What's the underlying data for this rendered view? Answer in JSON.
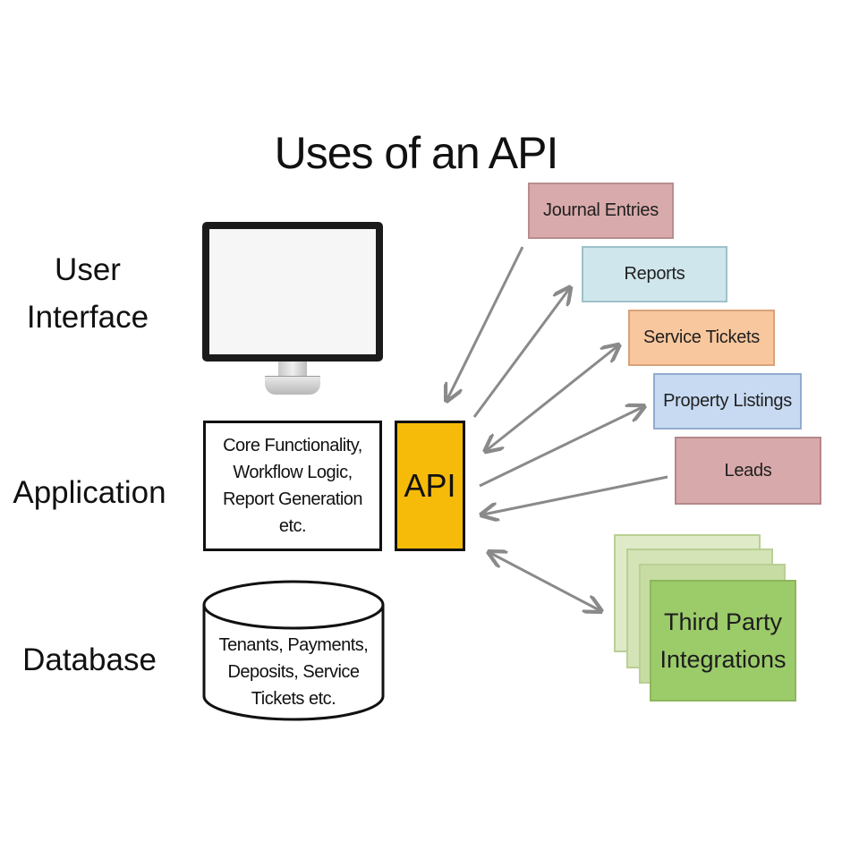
{
  "title": "Uses of an API",
  "layers": {
    "user_interface": [
      "User",
      "Interface"
    ],
    "application": "Application",
    "database": "Database"
  },
  "application_box": {
    "lines": [
      "Core Functionality,",
      "Workflow Logic,",
      "Report Generation",
      "etc."
    ]
  },
  "api_box": {
    "label": "API",
    "color": "#f5bb08"
  },
  "database_box": {
    "lines": [
      "Tenants, Payments,",
      "Deposits, Service",
      "Tickets etc."
    ]
  },
  "endpoints": [
    {
      "label": "Journal Entries",
      "color": "#d9aaab"
    },
    {
      "label": "Reports",
      "color": "#cfe6ec"
    },
    {
      "label": "Service Tickets",
      "color": "#f9c79e"
    },
    {
      "label": "Property Listings",
      "color": "#c7daf2"
    },
    {
      "label": "Leads",
      "color": "#d8a9ab"
    }
  ],
  "third_party": {
    "lines": [
      "Third Party",
      "Integrations"
    ],
    "color": "#9ccb6a"
  },
  "colors": {
    "arrow": "#8a8a8a",
    "outline": "#111111"
  }
}
